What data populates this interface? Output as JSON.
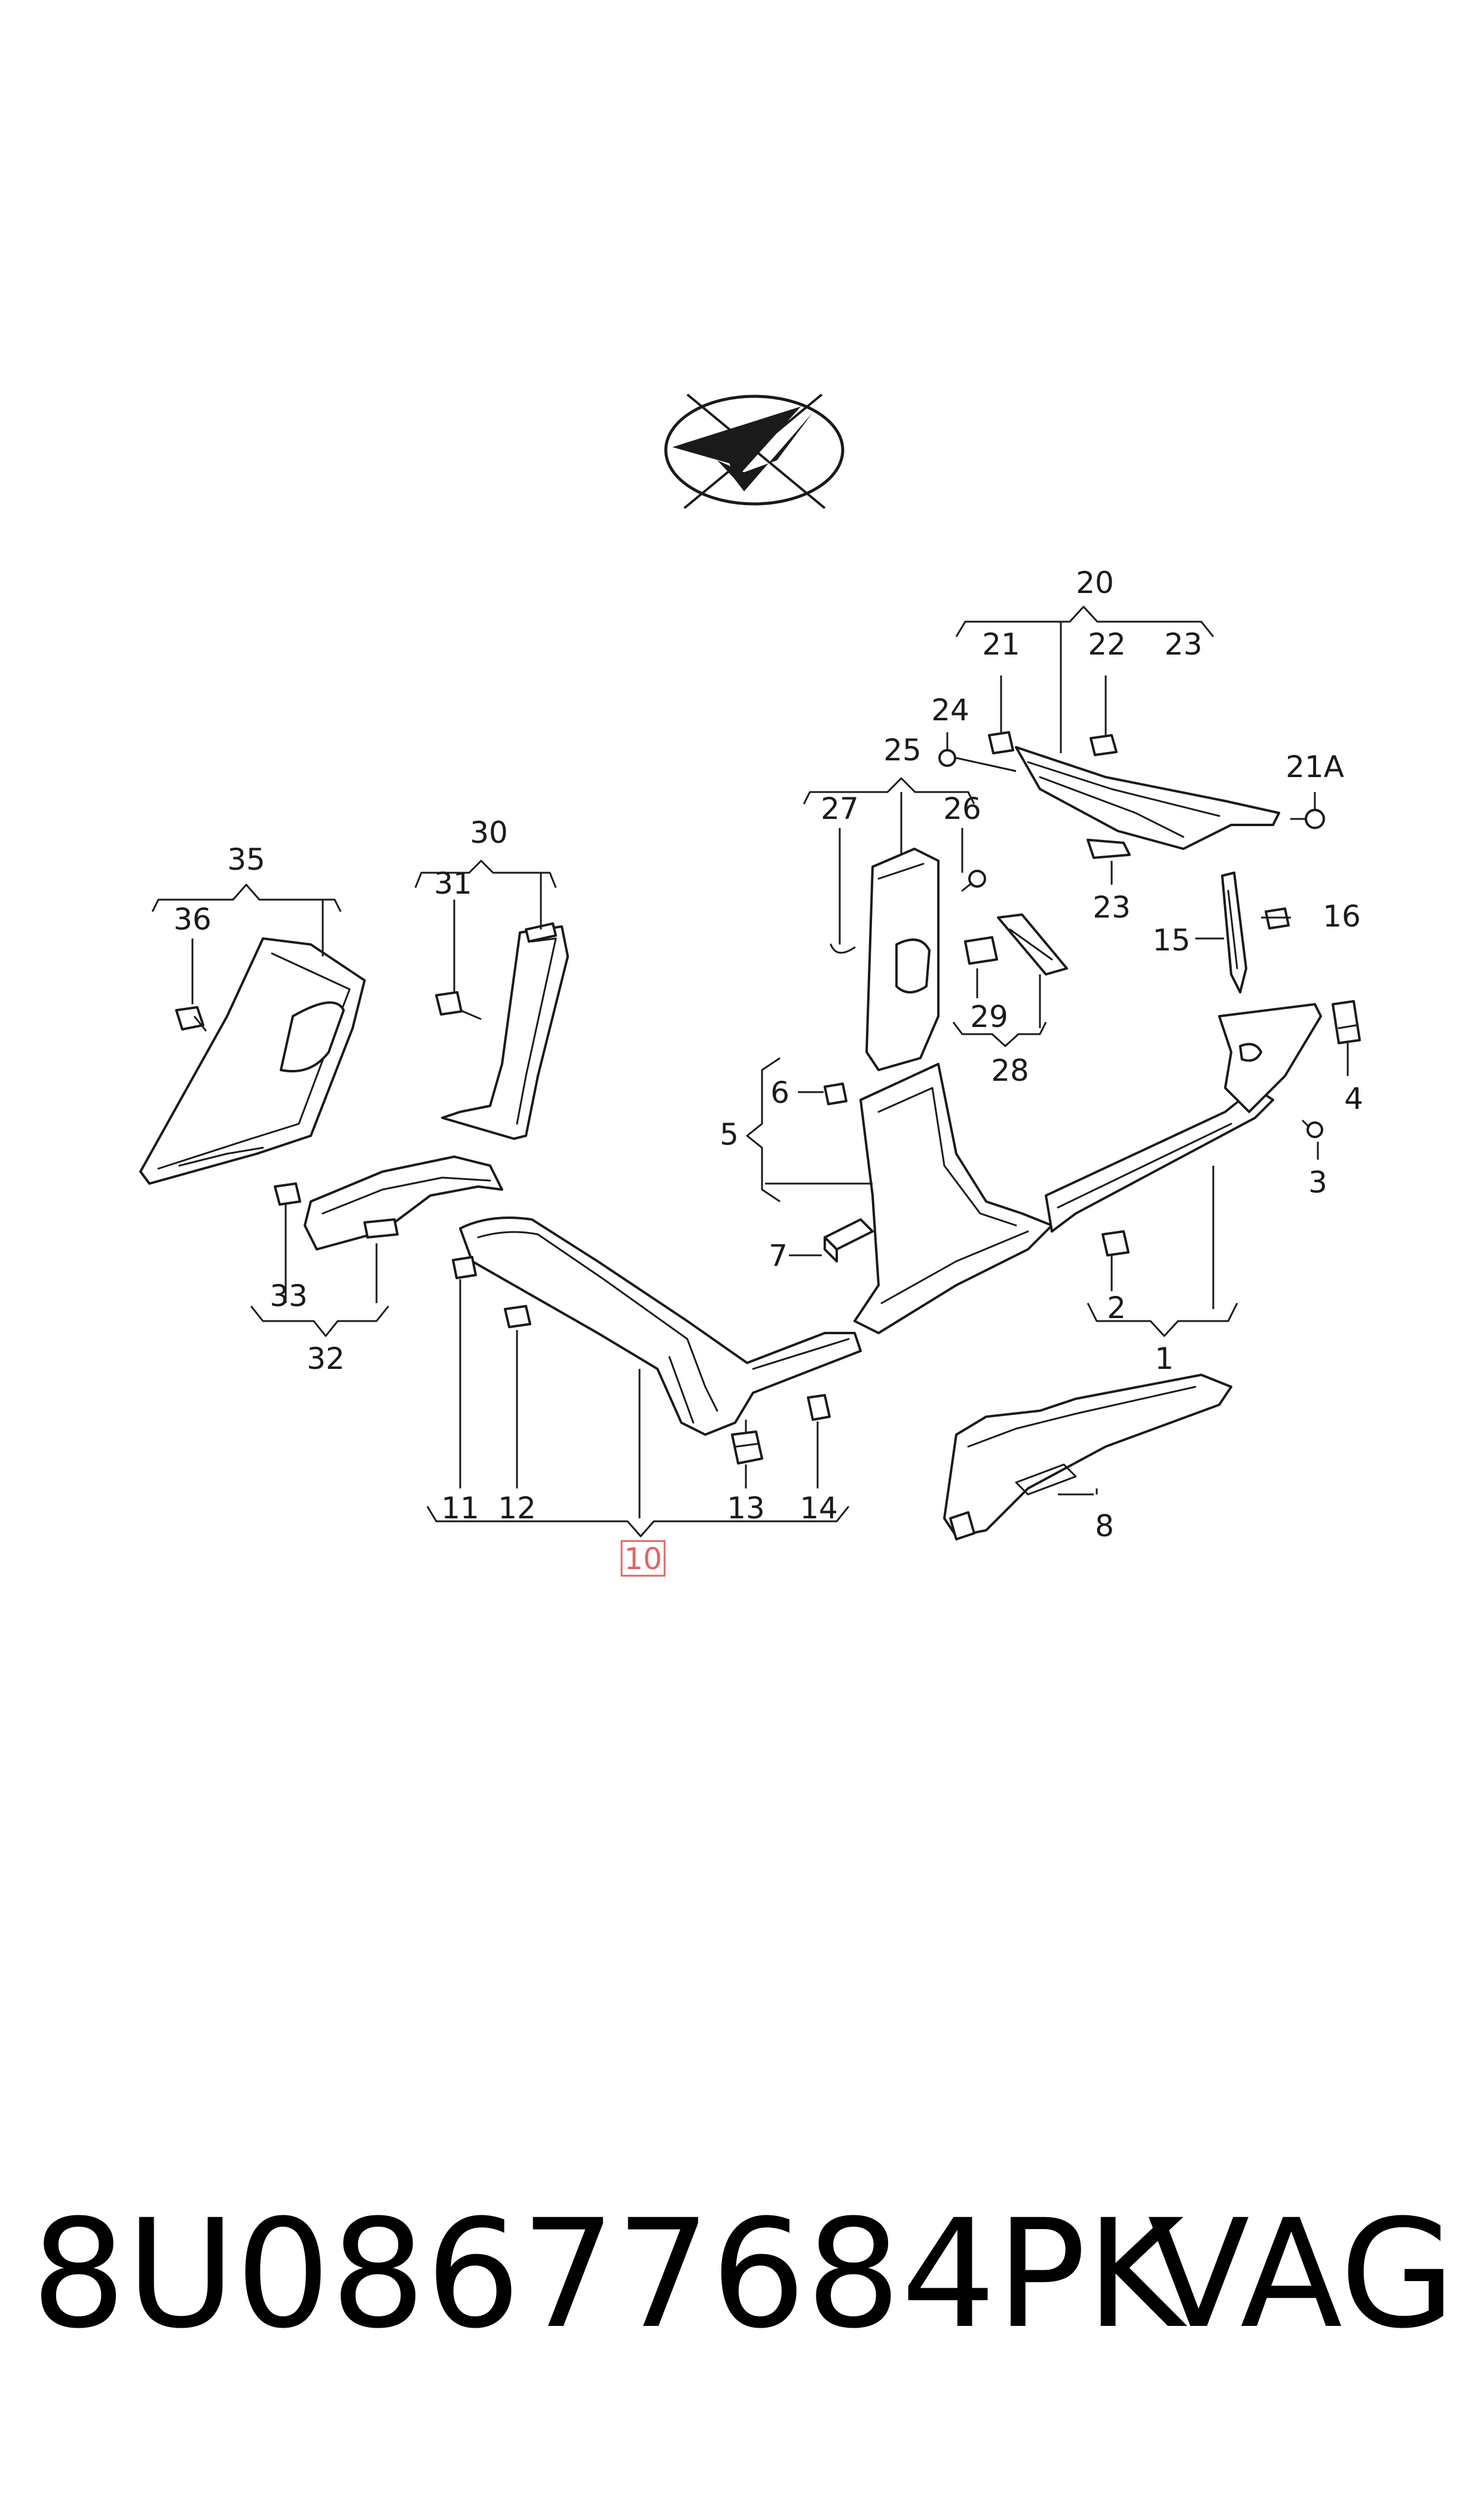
{
  "callouts": {
    "c1": "1",
    "c2": "2",
    "c3": "3",
    "c4": "4",
    "c5": "5",
    "c6": "6",
    "c7": "7",
    "c8": "8",
    "c10": "10",
    "c11": "11",
    "c12": "12",
    "c13": "13",
    "c14": "14",
    "c15": "15",
    "c16": "16",
    "c20": "20",
    "c21": "21",
    "c21a": "21A",
    "c22": "22",
    "c23a": "23",
    "c23b": "23",
    "c24": "24",
    "c25": "25",
    "c26": "26",
    "c27": "27",
    "c28": "28",
    "c29": "29",
    "c30": "30",
    "c31": "31",
    "c32": "32",
    "c33": "33",
    "c35": "35",
    "c36": "36"
  },
  "highlighted_callout": "10",
  "highlight_color": "#e06666",
  "footer": {
    "part_number": "8U08677684PK",
    "brand": "VAG"
  }
}
